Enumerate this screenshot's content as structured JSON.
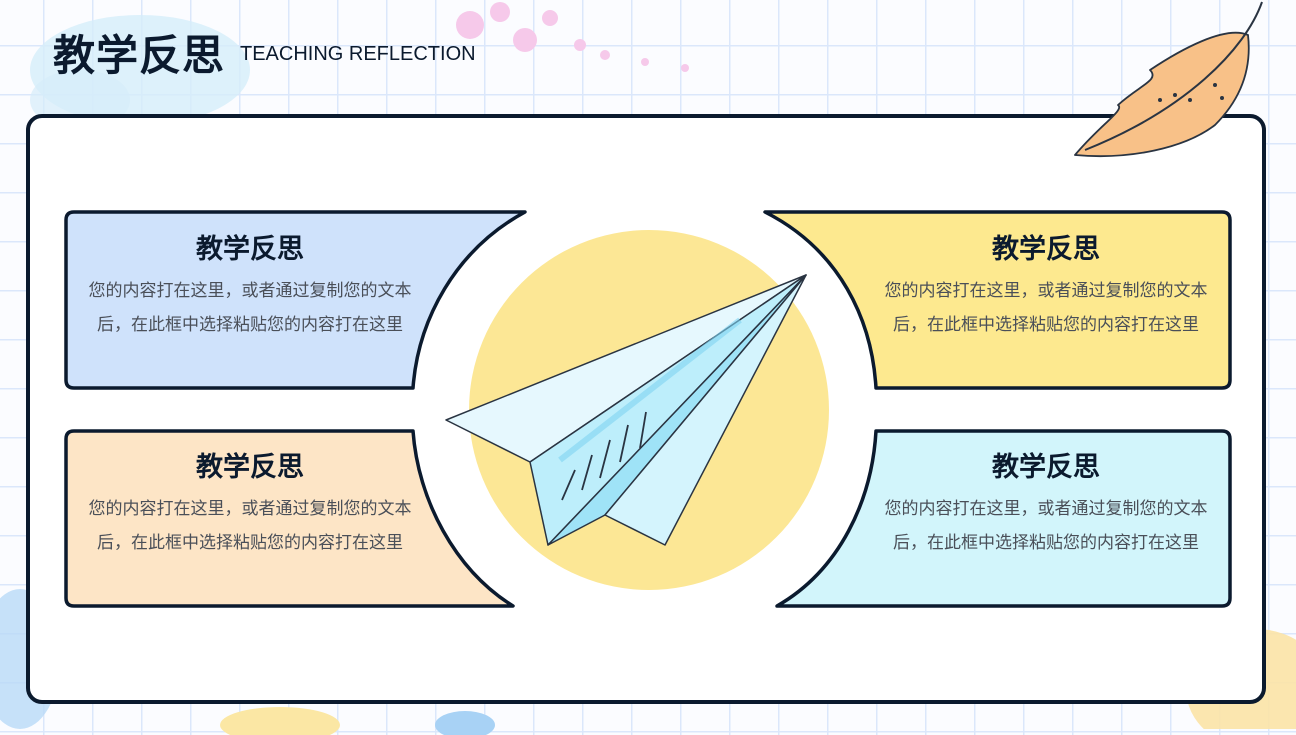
{
  "header": {
    "title": "教学反思",
    "subtitle": "TEACHING REFLECTION"
  },
  "cards": [
    {
      "title": "教学反思",
      "body": "您的内容打在这里，或者通过复制您的文本后，在此框中选择粘贴您的内容打在这里",
      "fill": "#cfe2fb"
    },
    {
      "title": "教学反思",
      "body": "您的内容打在这里，或者通过复制您的文本后，在此框中选择粘贴您的内容打在这里",
      "fill": "#fde5c6"
    },
    {
      "title": "教学反思",
      "body": "您的内容打在这里，或者通过复制您的文本后，在此框中选择粘贴您的内容打在这里",
      "fill": "#fde98f"
    },
    {
      "title": "教学反思",
      "body": "您的内容打在这里，或者通过复制您的文本后，在此框中选择粘贴您的内容打在这里",
      "fill": "#d2f5fb"
    }
  ],
  "colors": {
    "outline": "#0b1a2e",
    "circle": "#fce795",
    "plane": "#bdeefb",
    "leaf": "#f8c188",
    "grid": "#dbe7fb"
  },
  "icons": [
    "paper-plane-icon",
    "feather-leaf-icon"
  ]
}
